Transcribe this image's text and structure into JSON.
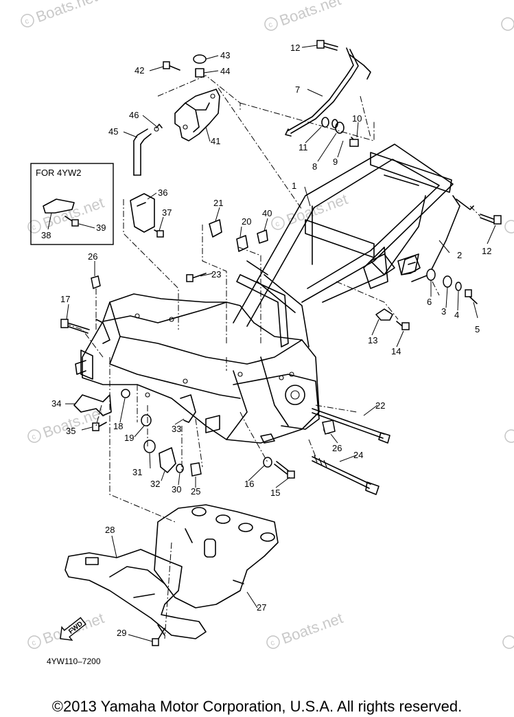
{
  "diagram": {
    "watermark": "Boats.net",
    "inset_title": "FOR 4YW2",
    "fwd_label": "FWD",
    "drawing_code": "4YW110–7200",
    "copyright": "©2013 Yamaha Motor Corporation, U.S.A. All rights reserved.",
    "callouts": [
      "1",
      "2",
      "3",
      "4",
      "5",
      "6",
      "7",
      "8",
      "9",
      "10",
      "11",
      "12",
      "12",
      "13",
      "14",
      "15",
      "16",
      "17",
      "18",
      "19",
      "20",
      "21",
      "22",
      "23",
      "24",
      "25",
      "26",
      "26",
      "27",
      "28",
      "29",
      "30",
      "31",
      "32",
      "33",
      "34",
      "35",
      "36",
      "37",
      "38",
      "39",
      "40",
      "41",
      "42",
      "43",
      "44",
      "45",
      "46"
    ]
  }
}
